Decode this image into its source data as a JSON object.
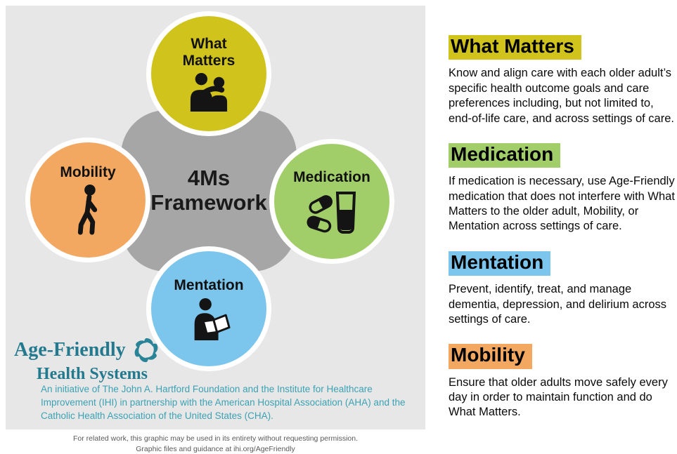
{
  "page": {
    "background": "#ffffff",
    "panel_background": "#e7e7e7"
  },
  "diagram": {
    "center_title": "4Ms\nFramework",
    "center_color": "#a6a6a6",
    "circles": {
      "what_matters": {
        "label": "What\nMatters",
        "color": "#d0c31c"
      },
      "mobility": {
        "label": "Mobility",
        "color": "#f3a862"
      },
      "medication": {
        "label": "Medication",
        "color": "#a2ce69"
      },
      "mentation": {
        "label": "Mentation",
        "color": "#7cc6ee"
      }
    },
    "logo": {
      "line1": "Age-Friendly",
      "line2": "Health Systems",
      "color": "#23798d"
    },
    "initiative": "An initiative of The John A. Hartford Foundation and the Institute for Healthcare Improvement (IHI) in partnership with the American Hospital Association (AHA) and the Catholic Health Association of the United States (CHA).",
    "initiative_color": "#3ba2b4"
  },
  "sections": [
    {
      "title": "What Matters",
      "highlight": "#d0c31c",
      "body": "Know and align care with each older adult’s specific health outcome goals and care preferences including, but not limited to, end-of-life care, and across settings of care."
    },
    {
      "title": "Medication",
      "highlight": "#a2ce69",
      "body": "If medication is necessary, use Age-Friendly medication that does not interfere with What Matters to the older adult, Mobility, or Mentation across settings of care."
    },
    {
      "title": "Mentation",
      "highlight": "#7cc6ee",
      "body": "Prevent, identify, treat, and manage dementia, depression, and delirium across settings of care."
    },
    {
      "title": "Mobility",
      "highlight": "#f3a862",
      "body": "Ensure that older adults move safely every day in order to maintain function and do What Matters."
    }
  ],
  "footer": {
    "line1": "For related work, this graphic may be used in its entirety without requesting permission.",
    "line2": "Graphic files and guidance at ihi.org/AgeFriendly"
  }
}
